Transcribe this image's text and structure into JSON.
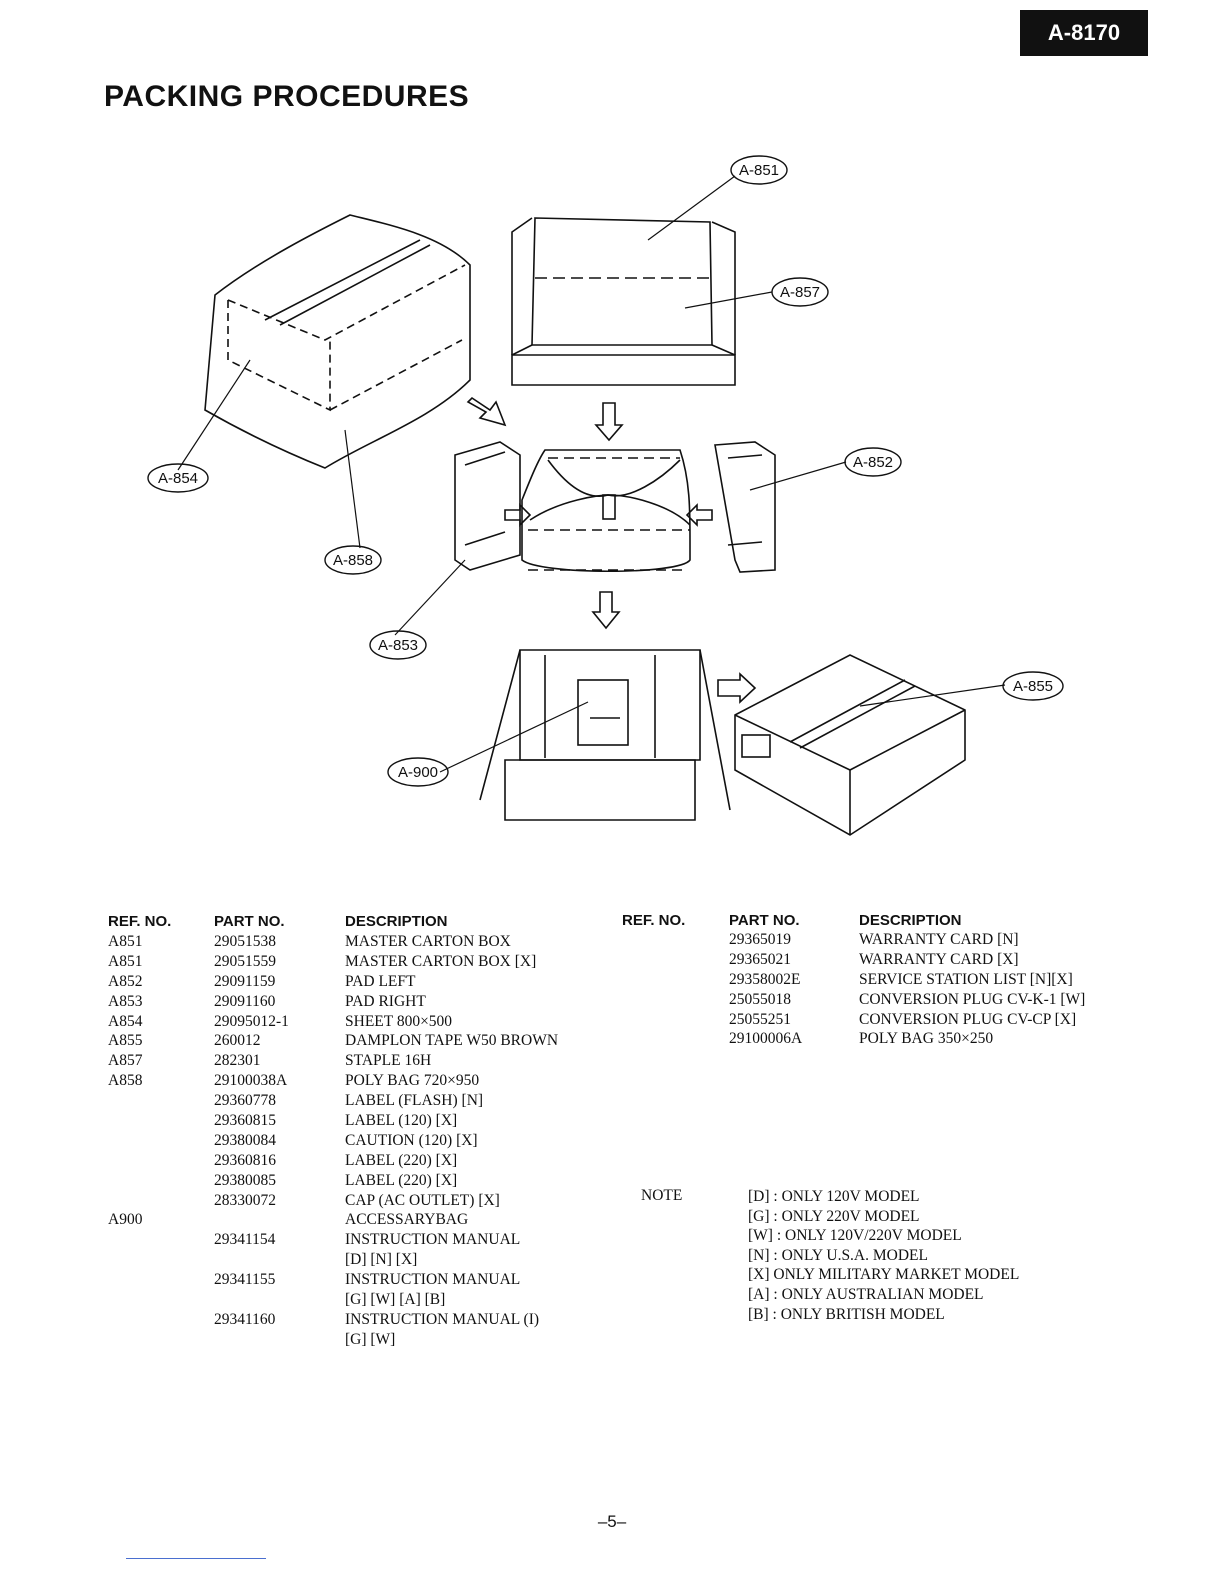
{
  "header": {
    "model": "A-8170",
    "title": "PACKING PROCEDURES"
  },
  "callouts": [
    "A-851",
    "A-857",
    "A-854",
    "A-852",
    "A-858",
    "A-853",
    "A-855",
    "A-900"
  ],
  "table_left": {
    "headers": [
      "REF. NO.",
      "PART NO.",
      "DESCRIPTION"
    ],
    "rows": [
      [
        "A851",
        "29051538",
        "MASTER CARTON BOX"
      ],
      [
        "A851",
        "29051559",
        "MASTER CARTON BOX [X]"
      ],
      [
        "A852",
        "29091159",
        "PAD LEFT"
      ],
      [
        "A853",
        "29091160",
        "PAD RIGHT"
      ],
      [
        "A854",
        "29095012-1",
        "SHEET 800×500"
      ],
      [
        "A855",
        "260012",
        "DAMPLON TAPE W50 BROWN"
      ],
      [
        "A857",
        "282301",
        "STAPLE 16H"
      ],
      [
        "A858",
        "29100038A",
        "POLY BAG 720×950"
      ],
      [
        "",
        "29360778",
        "LABEL (FLASH) [N]"
      ],
      [
        "",
        "29360815",
        "LABEL (120) [X]"
      ],
      [
        "",
        "29380084",
        "CAUTION (120) [X]"
      ],
      [
        "",
        "29360816",
        "LABEL (220) [X]"
      ],
      [
        "",
        "29380085",
        "LABEL (220) [X]"
      ],
      [
        "",
        "28330072",
        "CAP (AC OUTLET) [X]"
      ],
      [
        "A900",
        "",
        "ACCESSARYBAG"
      ],
      [
        "",
        "29341154",
        "INSTRUCTION MANUAL"
      ],
      [
        "",
        "",
        "[D] [N] [X]"
      ],
      [
        "",
        "29341155",
        "INSTRUCTION MANUAL"
      ],
      [
        "",
        "",
        "[G] [W] [A] [B]"
      ],
      [
        "",
        "29341160",
        "INSTRUCTION MANUAL (I)"
      ],
      [
        "",
        "",
        "[G] [W]"
      ]
    ]
  },
  "table_right": {
    "headers": [
      "REF. NO.",
      "PART NO.",
      "DESCRIPTION"
    ],
    "rows": [
      [
        "",
        "29365019",
        "WARRANTY CARD [N]"
      ],
      [
        "",
        "29365021",
        "WARRANTY CARD [X]"
      ],
      [
        "",
        "29358002E",
        "SERVICE STATION LIST [N][X]"
      ],
      [
        "",
        "25055018",
        "CONVERSION PLUG CV-K-1 [W]"
      ],
      [
        "",
        "25055251",
        "CONVERSION PLUG CV-CP [X]"
      ],
      [
        "",
        "29100006A",
        "POLY BAG 350×250"
      ]
    ]
  },
  "notes": {
    "label": "NOTE",
    "items": [
      "[D] : ONLY 120V MODEL",
      "[G] : ONLY 220V MODEL",
      "[W] : ONLY 120V/220V MODEL",
      "[N] : ONLY U.S.A. MODEL",
      "[X]  ONLY MILITARY MARKET MODEL",
      "[A] : ONLY AUSTRALIAN MODEL",
      "[B] : ONLY BRITISH MODEL"
    ]
  },
  "footer": {
    "page_number": "–5–"
  }
}
